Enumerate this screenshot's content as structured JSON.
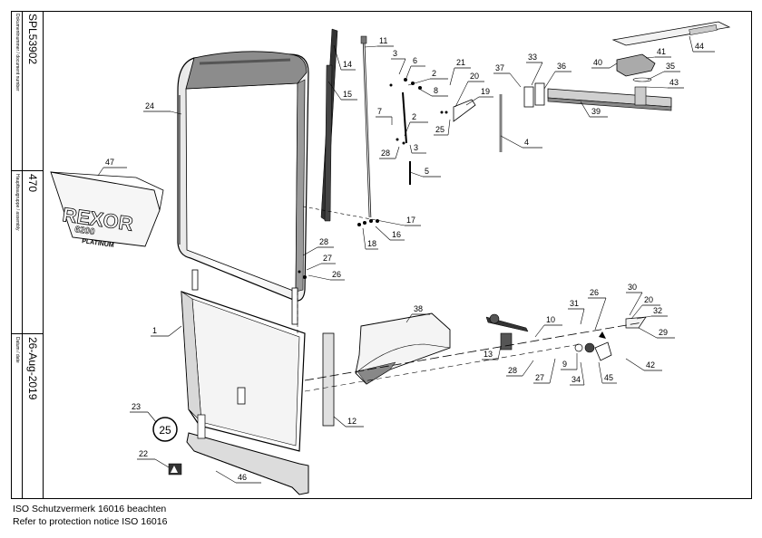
{
  "title_block": {
    "doc_number_label": "Dokumentnummer / document number",
    "doc_number": "SPL53902",
    "assembly_label": "Hauptbaugruppe / assembly",
    "assembly": "470",
    "date_label": "Datum / date",
    "date": "26-Aug-2019"
  },
  "footer": {
    "line1": "ISO Schutzvermerk 16016 beachten",
    "line2": "Refer to protection notice ISO 16016"
  },
  "decal": {
    "brand": "REXOR",
    "model": "6200",
    "variant": "PLATINUM"
  },
  "number_badge": "25",
  "callouts": [
    "1",
    "2",
    "3",
    "4",
    "5",
    "6",
    "7",
    "8",
    "9",
    "10",
    "11",
    "12",
    "13",
    "14",
    "15",
    "16",
    "17",
    "18",
    "19",
    "20",
    "21",
    "22",
    "23",
    "24",
    "25",
    "26",
    "27",
    "28",
    "29",
    "30",
    "31",
    "32",
    "33",
    "34",
    "35",
    "36",
    "37",
    "38",
    "39",
    "40",
    "41",
    "42",
    "43",
    "44",
    "45",
    "46",
    "47"
  ],
  "colors": {
    "line": "#000000",
    "background": "#ffffff",
    "gray": "#cccccc",
    "dark": "#333333"
  }
}
